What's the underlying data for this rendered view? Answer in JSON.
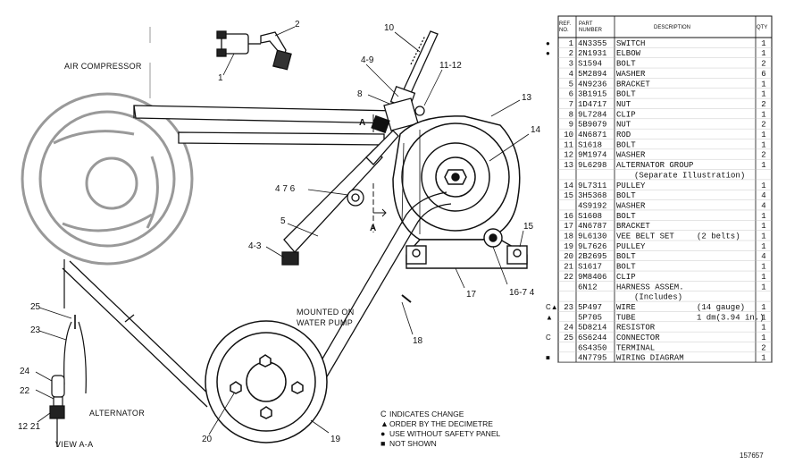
{
  "diagram": {
    "labels": {
      "air_compressor": "AIR COMPRESSOR",
      "mounted_on": "MOUNTED ON",
      "water_pump": "WATER PUMP",
      "alternator": "ALTERNATOR",
      "view": "VIEW A-A",
      "section_a_top": "A",
      "section_a_bottom": "A"
    },
    "callouts": [
      {
        "id": "c1",
        "text": "1"
      },
      {
        "id": "c2",
        "text": "2"
      },
      {
        "id": "c4-9",
        "text": "4-9"
      },
      {
        "id": "c10",
        "text": "10"
      },
      {
        "id": "c11-12",
        "text": "11-12"
      },
      {
        "id": "c8",
        "text": "8"
      },
      {
        "id": "c13",
        "text": "13"
      },
      {
        "id": "c14",
        "text": "14"
      },
      {
        "id": "c4-7-6",
        "text": "4 7 6"
      },
      {
        "id": "c5",
        "text": "5"
      },
      {
        "id": "c4-3",
        "text": "4-3"
      },
      {
        "id": "c15",
        "text": "15"
      },
      {
        "id": "c17",
        "text": "17"
      },
      {
        "id": "c16-7-4",
        "text": "16-7 4"
      },
      {
        "id": "c18",
        "text": "18"
      },
      {
        "id": "c19",
        "text": "19"
      },
      {
        "id": "c20",
        "text": "20"
      },
      {
        "id": "c25",
        "text": "25"
      },
      {
        "id": "c23",
        "text": "23"
      },
      {
        "id": "c24",
        "text": "24"
      },
      {
        "id": "c22",
        "text": "22"
      },
      {
        "id": "c12-21",
        "text": "12 21"
      }
    ],
    "legend": [
      {
        "mark": "C",
        "text": "INDICATES CHANGE"
      },
      {
        "mark": "▲",
        "text": "ORDER BY THE DECIMETRE"
      },
      {
        "mark": "●",
        "text": "USE WITHOUT SAFETY PANEL"
      },
      {
        "mark": "■",
        "text": "NOT SHOWN"
      }
    ],
    "drawing_number": "157657"
  },
  "parts_table": {
    "headers": {
      "ref": "REF. NO.",
      "part": "PART NUMBER",
      "desc": "DESCRIPTION",
      "qty": "QTY"
    },
    "rows": [
      {
        "m": "●",
        "ref": "1",
        "part": "4N3355",
        "desc": "SWITCH",
        "qty": "1"
      },
      {
        "m": "●",
        "ref": "2",
        "part": "2N1931",
        "desc": "ELBOW",
        "qty": "1"
      },
      {
        "m": "",
        "ref": "3",
        "part": "S1594",
        "desc": "BOLT",
        "qty": "2"
      },
      {
        "m": "",
        "ref": "4",
        "part": "5M2894",
        "desc": "WASHER",
        "qty": "6"
      },
      {
        "m": "",
        "ref": "5",
        "part": "4N9236",
        "desc": "BRACKET",
        "qty": "1"
      },
      {
        "m": "",
        "ref": "6",
        "part": "3B1915",
        "desc": "BOLT",
        "qty": "1"
      },
      {
        "m": "",
        "ref": "7",
        "part": "1D4717",
        "desc": "NUT",
        "qty": "2"
      },
      {
        "m": "",
        "ref": "8",
        "part": "9L7284",
        "desc": "CLIP",
        "qty": "1"
      },
      {
        "m": "",
        "ref": "9",
        "part": "5B9079",
        "desc": "NUT",
        "qty": "2"
      },
      {
        "m": "",
        "ref": "10",
        "part": "4N6871",
        "desc": "ROD",
        "qty": "1"
      },
      {
        "m": "",
        "ref": "11",
        "part": "S1618",
        "desc": "BOLT",
        "qty": "1"
      },
      {
        "m": "",
        "ref": "12",
        "part": "9M1974",
        "desc": "WASHER",
        "qty": "2"
      },
      {
        "m": "",
        "ref": "13",
        "part": "9L6298",
        "desc": "ALTERNATOR GROUP",
        "qty": "1"
      },
      {
        "m": "",
        "ref": "",
        "part": "",
        "desc": "(Separate Illustration)",
        "qty": ""
      },
      {
        "m": "",
        "ref": "14",
        "part": "9L7311",
        "desc": "PULLEY",
        "qty": "1"
      },
      {
        "m": "",
        "ref": "15",
        "part": "3H5368",
        "desc": "BOLT",
        "qty": "4"
      },
      {
        "m": "",
        "ref": "",
        "part": "4S9192",
        "desc": "WASHER",
        "qty": "4"
      },
      {
        "m": "",
        "ref": "16",
        "part": "S1608",
        "desc": "BOLT",
        "qty": "1"
      },
      {
        "m": "",
        "ref": "17",
        "part": "4N6787",
        "desc": "BRACKET",
        "qty": "1"
      },
      {
        "m": "",
        "ref": "18",
        "part": "9L6130",
        "desc": "VEE BELT SET",
        "note": "(2 belts)",
        "qty": "1"
      },
      {
        "m": "",
        "ref": "19",
        "part": "9L7626",
        "desc": "PULLEY",
        "qty": "1"
      },
      {
        "m": "",
        "ref": "20",
        "part": "2B2695",
        "desc": "BOLT",
        "qty": "4"
      },
      {
        "m": "",
        "ref": "21",
        "part": "S1617",
        "desc": "BOLT",
        "qty": "1"
      },
      {
        "m": "",
        "ref": "22",
        "part": "9M8406",
        "desc": "CLIP",
        "qty": "1"
      },
      {
        "m": "",
        "ref": "",
        "part": "6N12",
        "desc": "HARNESS ASSEM.",
        "qty": "1"
      },
      {
        "m": "",
        "ref": "",
        "part": "",
        "desc": "(Includes)",
        "qty": ""
      },
      {
        "m": "C▲",
        "ref": "23",
        "part": "5P497",
        "desc": "WIRE",
        "note": "(14 gauge)",
        "qty": "1"
      },
      {
        "m": "▲",
        "ref": "",
        "part": "5P705",
        "desc": "TUBE",
        "note": "1 dm(3.94 in.)",
        "qty": "1"
      },
      {
        "m": "",
        "ref": "24",
        "part": "5D8214",
        "desc": "RESISTOR",
        "qty": "1"
      },
      {
        "m": "C",
        "ref": "25",
        "part": "6S6244",
        "desc": "CONNECTOR",
        "qty": "1"
      },
      {
        "m": "",
        "ref": "",
        "part": "6S4350",
        "desc": "TERMINAL",
        "qty": "2"
      },
      {
        "m": "■",
        "ref": "",
        "part": "4N7795",
        "desc": "WIRING DIAGRAM",
        "qty": "1"
      }
    ]
  }
}
